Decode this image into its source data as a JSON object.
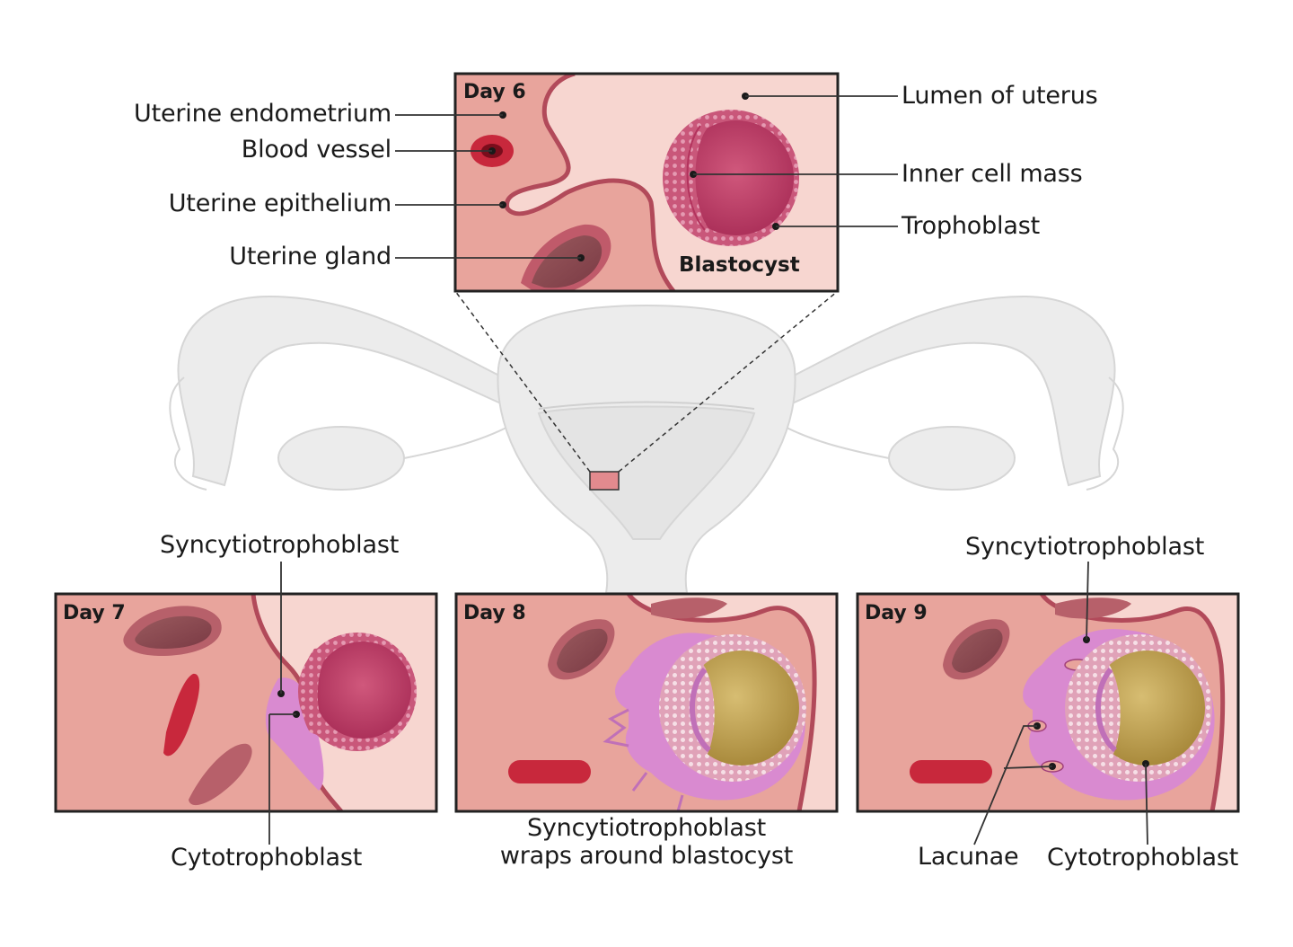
{
  "panels": {
    "day6": {
      "day_label": "Day 6",
      "blastocyst_label": "Blastocyst",
      "labels": {
        "uterine_endometrium": "Uterine endometrium",
        "blood_vessel": "Blood vessel",
        "uterine_epithelium": "Uterine epithelium",
        "uterine_gland": "Uterine gland",
        "lumen_of_uterus": "Lumen of uterus",
        "inner_cell_mass": "Inner cell mass",
        "trophoblast": "Trophoblast"
      }
    },
    "day7": {
      "day_label": "Day 7",
      "labels": {
        "syncytiotrophoblast": "Syncytiotrophoblast",
        "cytotrophoblast": "Cytotrophoblast"
      }
    },
    "day8": {
      "day_label": "Day 8",
      "caption_line1": "Syncytiotrophoblast",
      "caption_line2": "wraps around blastocyst"
    },
    "day9": {
      "day_label": "Day 9",
      "labels": {
        "syncytiotrophoblast": "Syncytiotrophoblast",
        "lacunae": "Lacunae",
        "cytotrophoblast": "Cytotrophoblast"
      }
    }
  },
  "colors": {
    "endometrium": "#e8a49c",
    "lumen": "#f7d6d0",
    "epithelium": "#b24a5a",
    "blood_vessel": "#c8283c",
    "syncytiotrophoblast": "#d98ad0",
    "yolk": "#c8a85a",
    "panel_border": "#222222",
    "uterus": "#ececec"
  }
}
